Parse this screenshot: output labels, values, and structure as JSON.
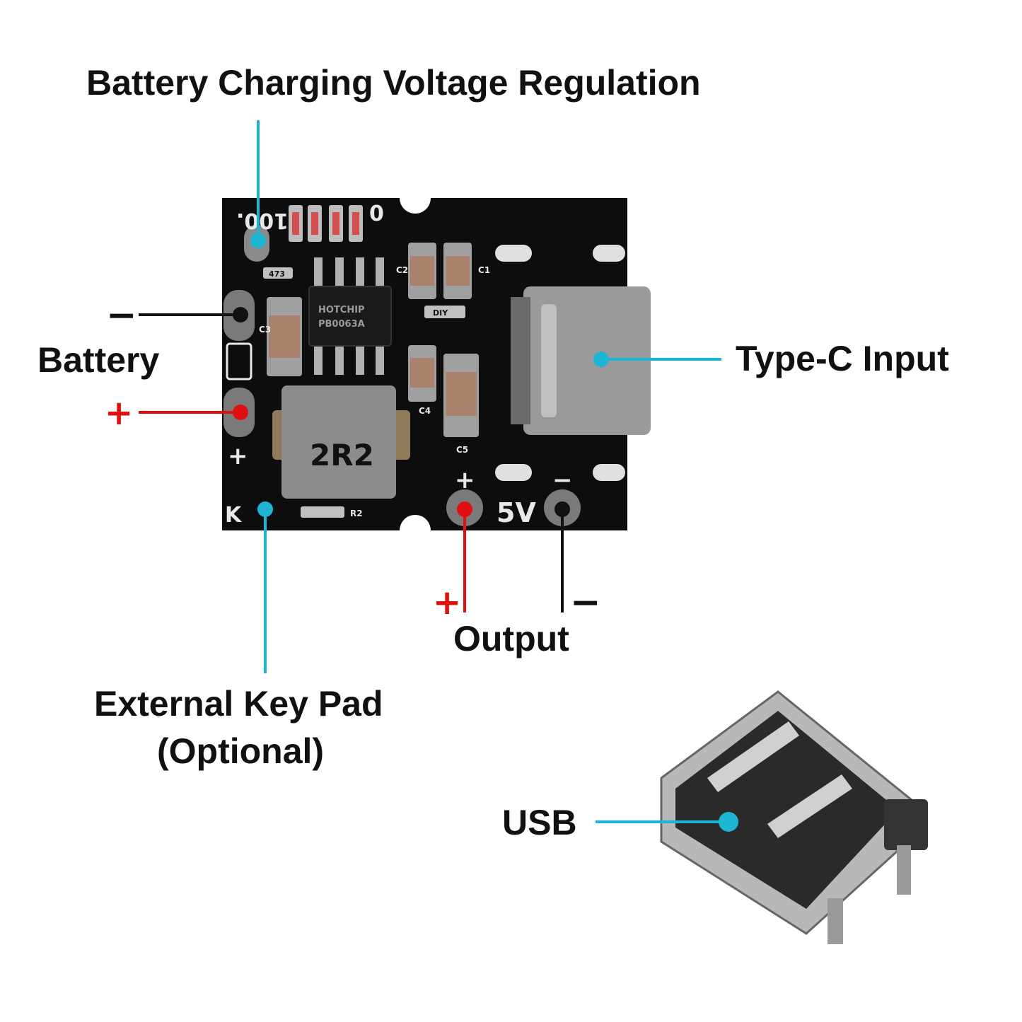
{
  "callouts": {
    "regulation": "Battery Charging Voltage Regulation",
    "battery": "Battery",
    "battery_minus": "−",
    "battery_plus": "+",
    "typec": "Type-C Input",
    "keypad_line1": "External Key Pad",
    "keypad_line2": "(Optional)",
    "output": "Output",
    "output_plus": "+",
    "output_minus": "−",
    "usb": "USB"
  },
  "board_silkscreen": {
    "top_left": "100.",
    "top_right": "0",
    "inductor": "2R2",
    "chip_line1": "HOTCHIP",
    "chip_line2": "PB0063A",
    "voltage": "5V",
    "key_mark": "K",
    "plus_mark": "+",
    "minus_mark": "−",
    "diy_mark": "DIY",
    "res_mark": "473",
    "cap_mark1": "C1",
    "cap_mark2": "C2",
    "cap_mark3": "C3",
    "cap_mark4": "C4",
    "cap_mark5": "C5",
    "res_mark2": "R2"
  },
  "colors": {
    "cyan": "#1eb4d4",
    "red": "#e01010",
    "black": "#111111",
    "pcb": "#0d0d0d"
  }
}
